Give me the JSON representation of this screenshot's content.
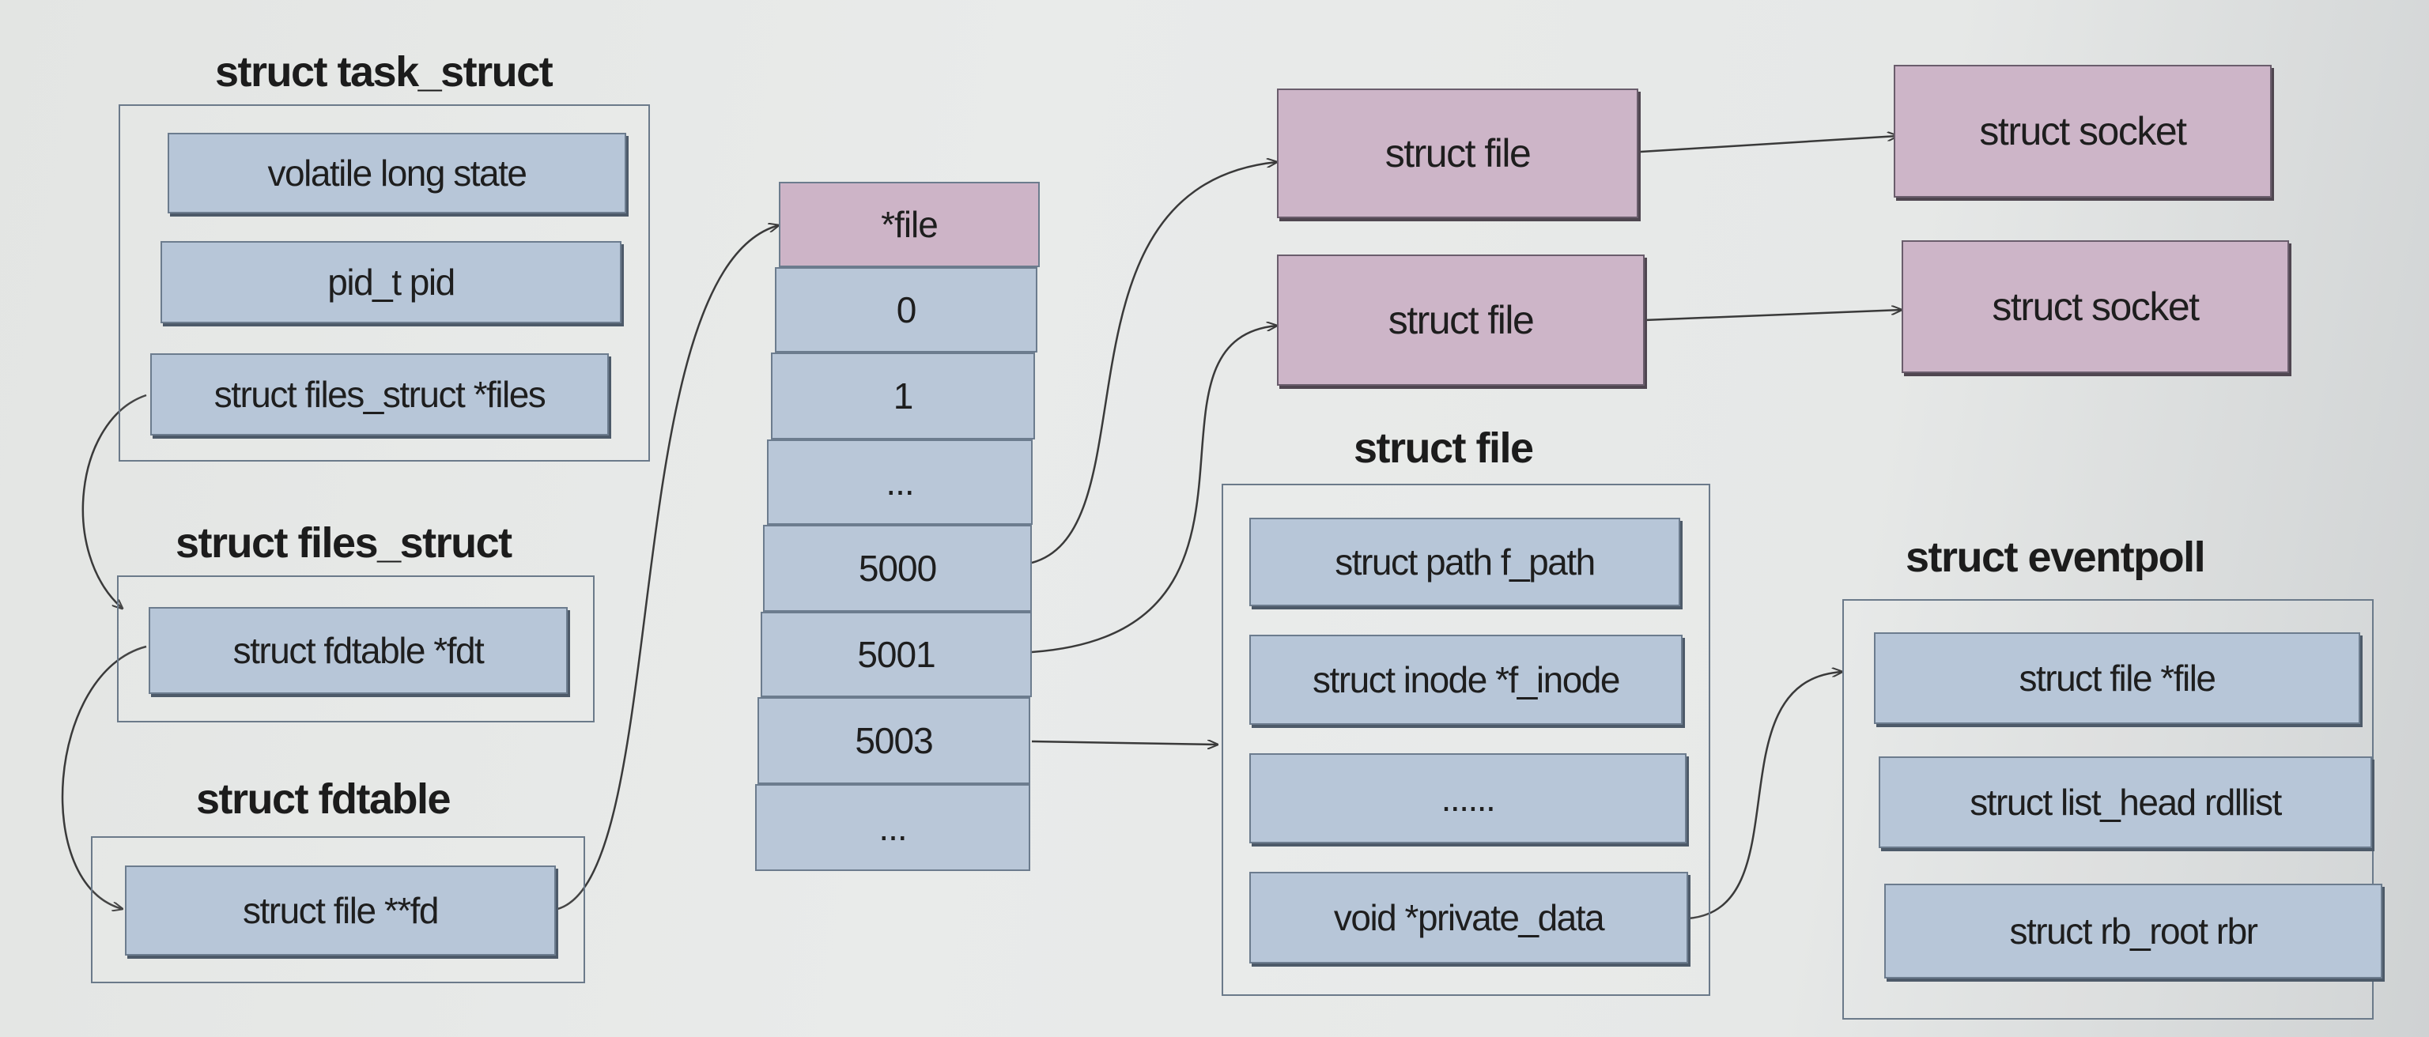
{
  "task_struct": {
    "title": "struct task_struct",
    "fields": [
      "volatile long state",
      "pid_t pid",
      "struct files_struct *files"
    ]
  },
  "files_struct": {
    "title": "struct files_struct",
    "fields": [
      "struct fdtable *fdt"
    ]
  },
  "fdtable": {
    "title": "struct fdtable",
    "fields": [
      "struct file **fd"
    ]
  },
  "fd_array": {
    "cells": [
      "*file",
      "0",
      "1",
      "...",
      "5000",
      "5001",
      "5003",
      "..."
    ]
  },
  "socket_files": [
    {
      "file_label": "struct file",
      "socket_label": "struct socket"
    },
    {
      "file_label": "struct file",
      "socket_label": "struct socket"
    }
  ],
  "epoll_file": {
    "title": "struct file",
    "fields": [
      "struct path f_path",
      "struct inode *f_inode",
      "......",
      "void *private_data"
    ]
  },
  "eventpoll": {
    "title": "struct eventpoll",
    "fields": [
      "struct file *file",
      "struct list_head rdllist",
      "struct rb_root rbr"
    ]
  },
  "colors": {
    "field_fill": "#b7c6d8",
    "highlight_fill": "#cdb5c8",
    "line": "#3a3a3a"
  }
}
